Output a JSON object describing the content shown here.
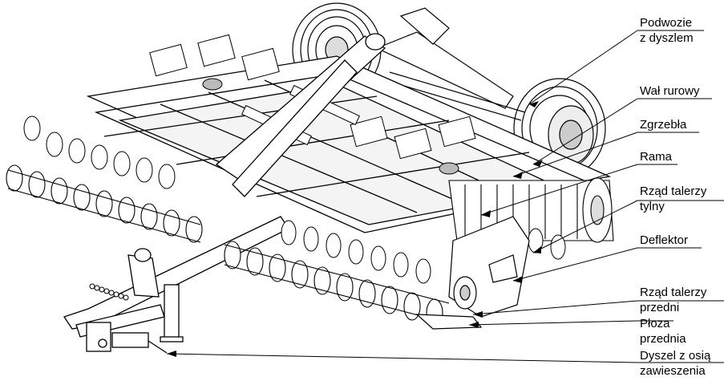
{
  "labels": {
    "podwozie": {
      "line1": "Podwozie",
      "line2": "z dyszlem"
    },
    "wal": {
      "line1": "Wał rurowy"
    },
    "zgrzebla": {
      "line1": "Zgrzebła"
    },
    "rama": {
      "line1": "Rama"
    },
    "rzad_tylny": {
      "line1": "Rząd talerzy",
      "line2": "tylny"
    },
    "deflektor": {
      "line1": "Deflektor"
    },
    "rzad_przedni": {
      "line1": "Rząd talerzy",
      "line2": "przedni"
    },
    "ploza": {
      "line1": "Płoza",
      "line2": "przednia"
    },
    "dyszel": {
      "line1": "Dyszel z osią",
      "line2": "zawieszenia"
    }
  },
  "colors": {
    "ink": "#000000",
    "paper": "#ffffff",
    "shade": "#bdbdbd"
  }
}
